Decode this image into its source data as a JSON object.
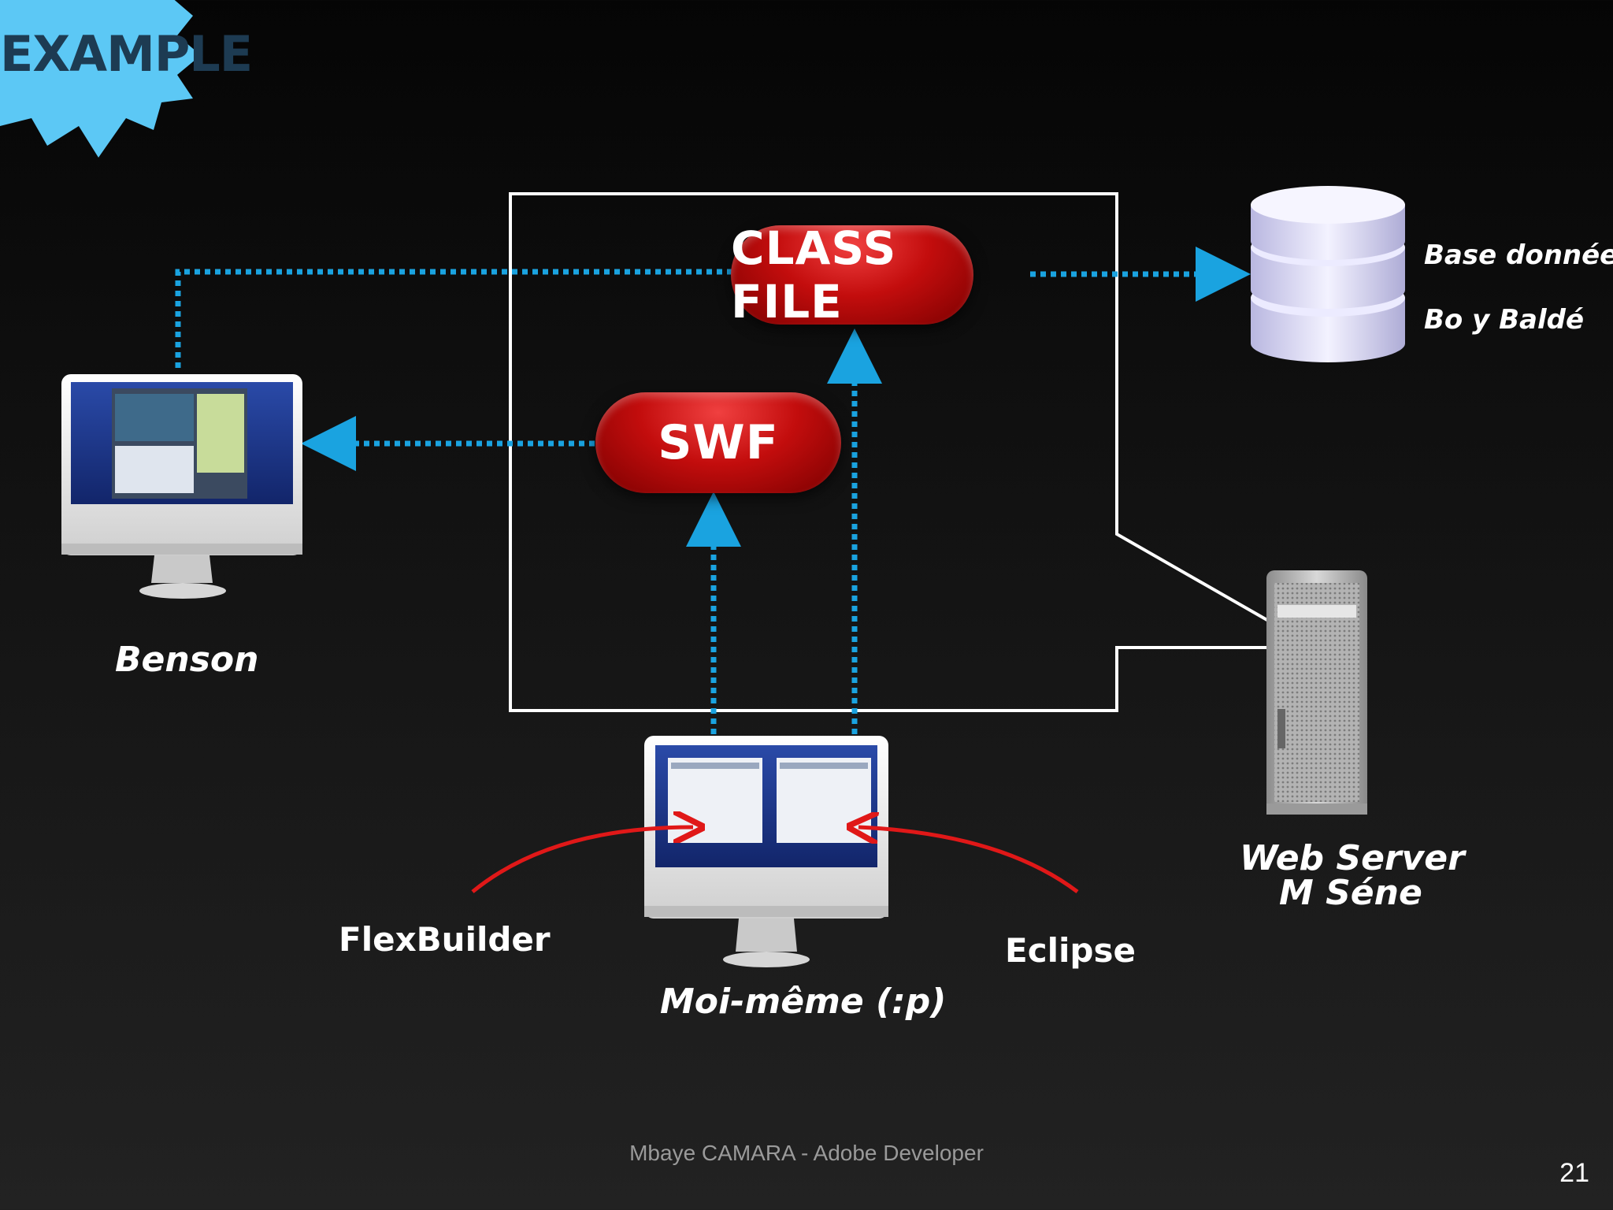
{
  "badge": {
    "text": "EXAMPLE",
    "color": "#5cc8f5"
  },
  "nodes": {
    "class_file": "CLASS FILE",
    "swf": "SWF"
  },
  "labels": {
    "benson": "Benson",
    "database": "Base donnée",
    "database_owner": "Bo y Baldé",
    "web_server": "Web Server",
    "web_server_owner": "M Séne",
    "developer": "Moi-même (:p)",
    "flexbuilder": "FlexBuilder",
    "eclipse": "Eclipse"
  },
  "footer": "Mbaye CAMARA - Adobe Developer",
  "page_number": "21",
  "colors": {
    "arrow_blue": "#1aa3e0",
    "arrow_red": "#e01818",
    "pill_red": "#c30d0d"
  }
}
